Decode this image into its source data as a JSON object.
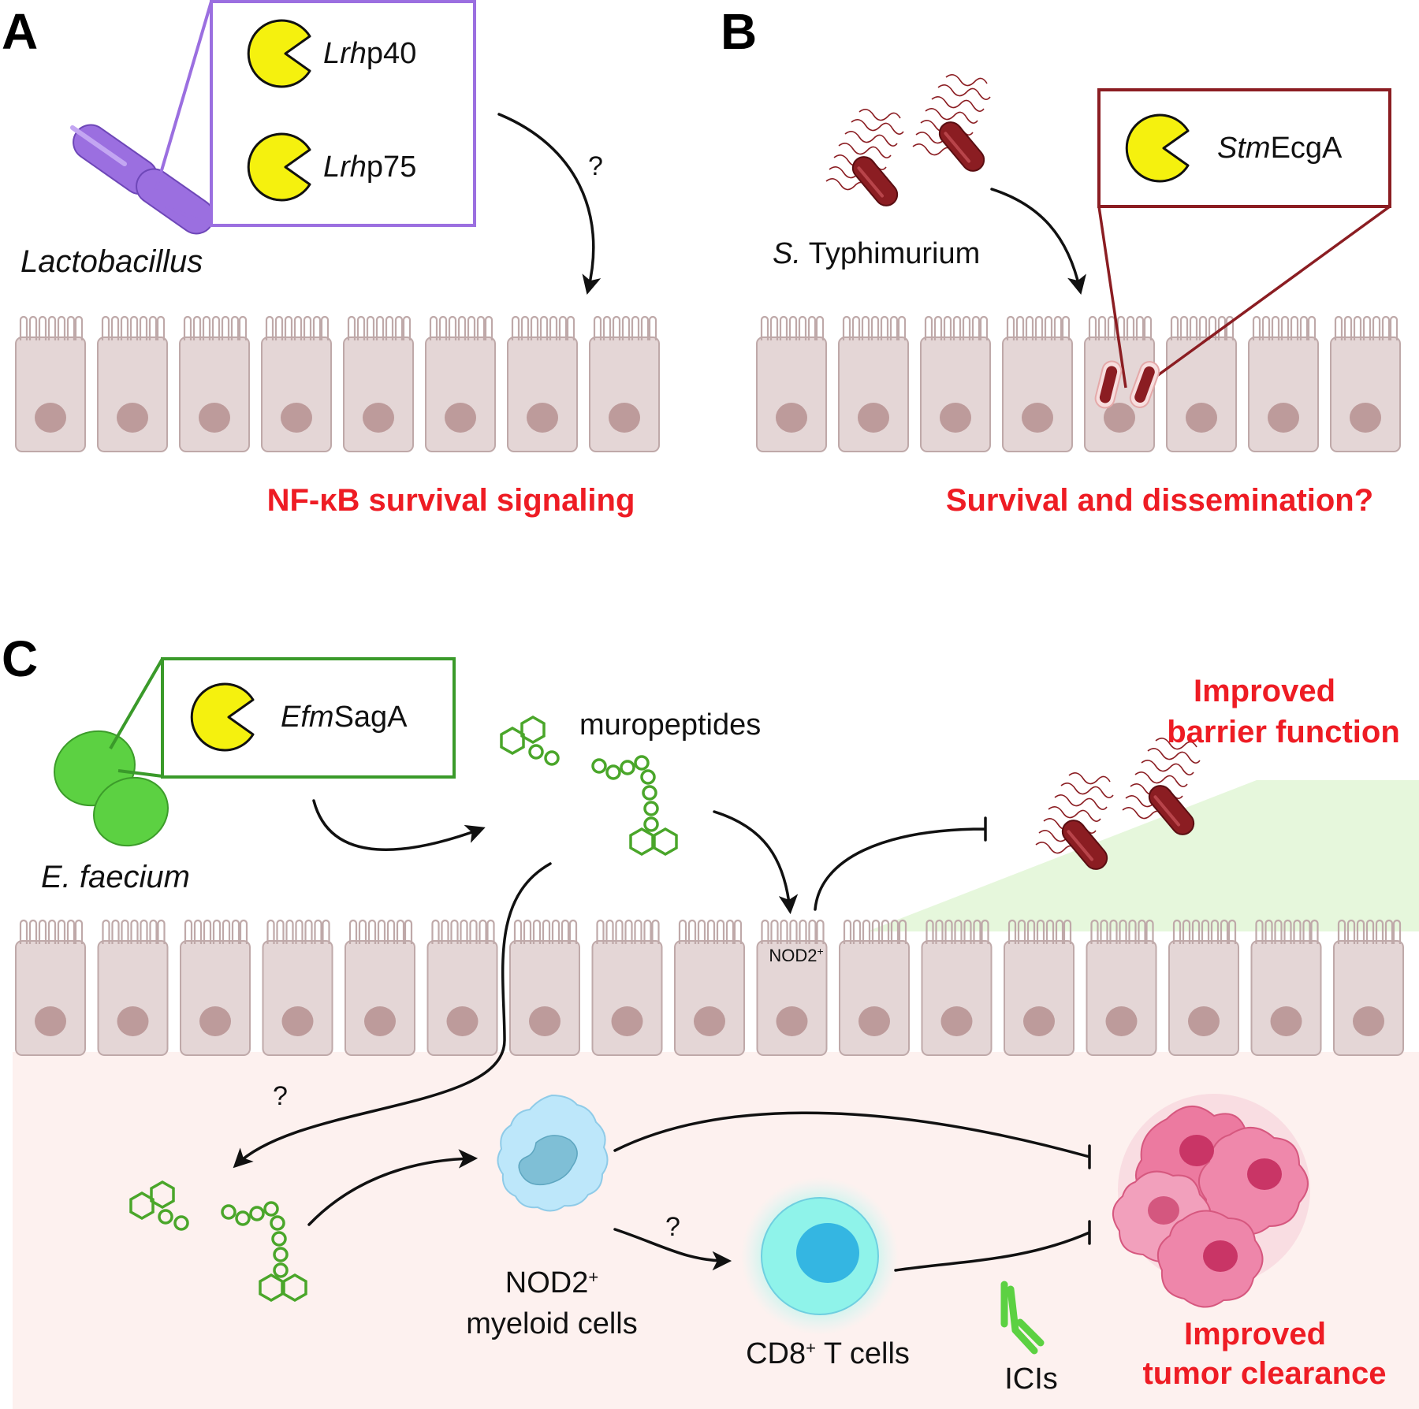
{
  "panels": {
    "a": {
      "label": "A",
      "bacterium": "Lactobacillus",
      "enzymes": [
        {
          "italic": "Lrh",
          "rest": "p40"
        },
        {
          "italic": "Lrh",
          "rest": "p75"
        }
      ],
      "question": "?",
      "outcome": "NF-κB survival signaling"
    },
    "b": {
      "label": "B",
      "bacterium_italic": "S.",
      "bacterium_rest": " Typhimurium",
      "enzyme": {
        "italic": "Stm",
        "rest": "EcgA"
      },
      "outcome": "Survival and dissemination?"
    },
    "c": {
      "label": "C",
      "bacterium": "E. faecium",
      "enzyme": {
        "italic": "Efm",
        "rest": "SagA"
      },
      "muropeptides": "muropeptides",
      "nod2_cell": "NOD2",
      "nod2_sup": "+",
      "question_left": "?",
      "question_mid": "?",
      "barrier_line1": "Improved",
      "barrier_line2": "barrier function",
      "myeloid_line1": "NOD2",
      "myeloid_sup": "+",
      "myeloid_line2": "myeloid cells",
      "tcell_pre": "CD8",
      "tcell_sup": "+",
      "tcell_post": " T cells",
      "ici": "ICIs",
      "tumor_line1": "Improved",
      "tumor_line2": "tumor clearance"
    }
  },
  "colors": {
    "outcome_red": "#ee1c24",
    "lactobacillus": "#9b6fe0",
    "salmonella": "#8b1d22",
    "efaecium": "#5cd142",
    "enzyme_yellow": "#f5f10e",
    "epithelium": "#e4d6d6",
    "barrier_green": "#e6f7dc",
    "lamina_pink": "#fdf1ef"
  },
  "icons": [
    "pacman-enzyme-icon",
    "bacterium-rod-icon",
    "flagella-icon",
    "muropeptide-icon",
    "myeloid-cell-icon",
    "t-cell-icon",
    "antibody-icon",
    "tumor-icon"
  ]
}
